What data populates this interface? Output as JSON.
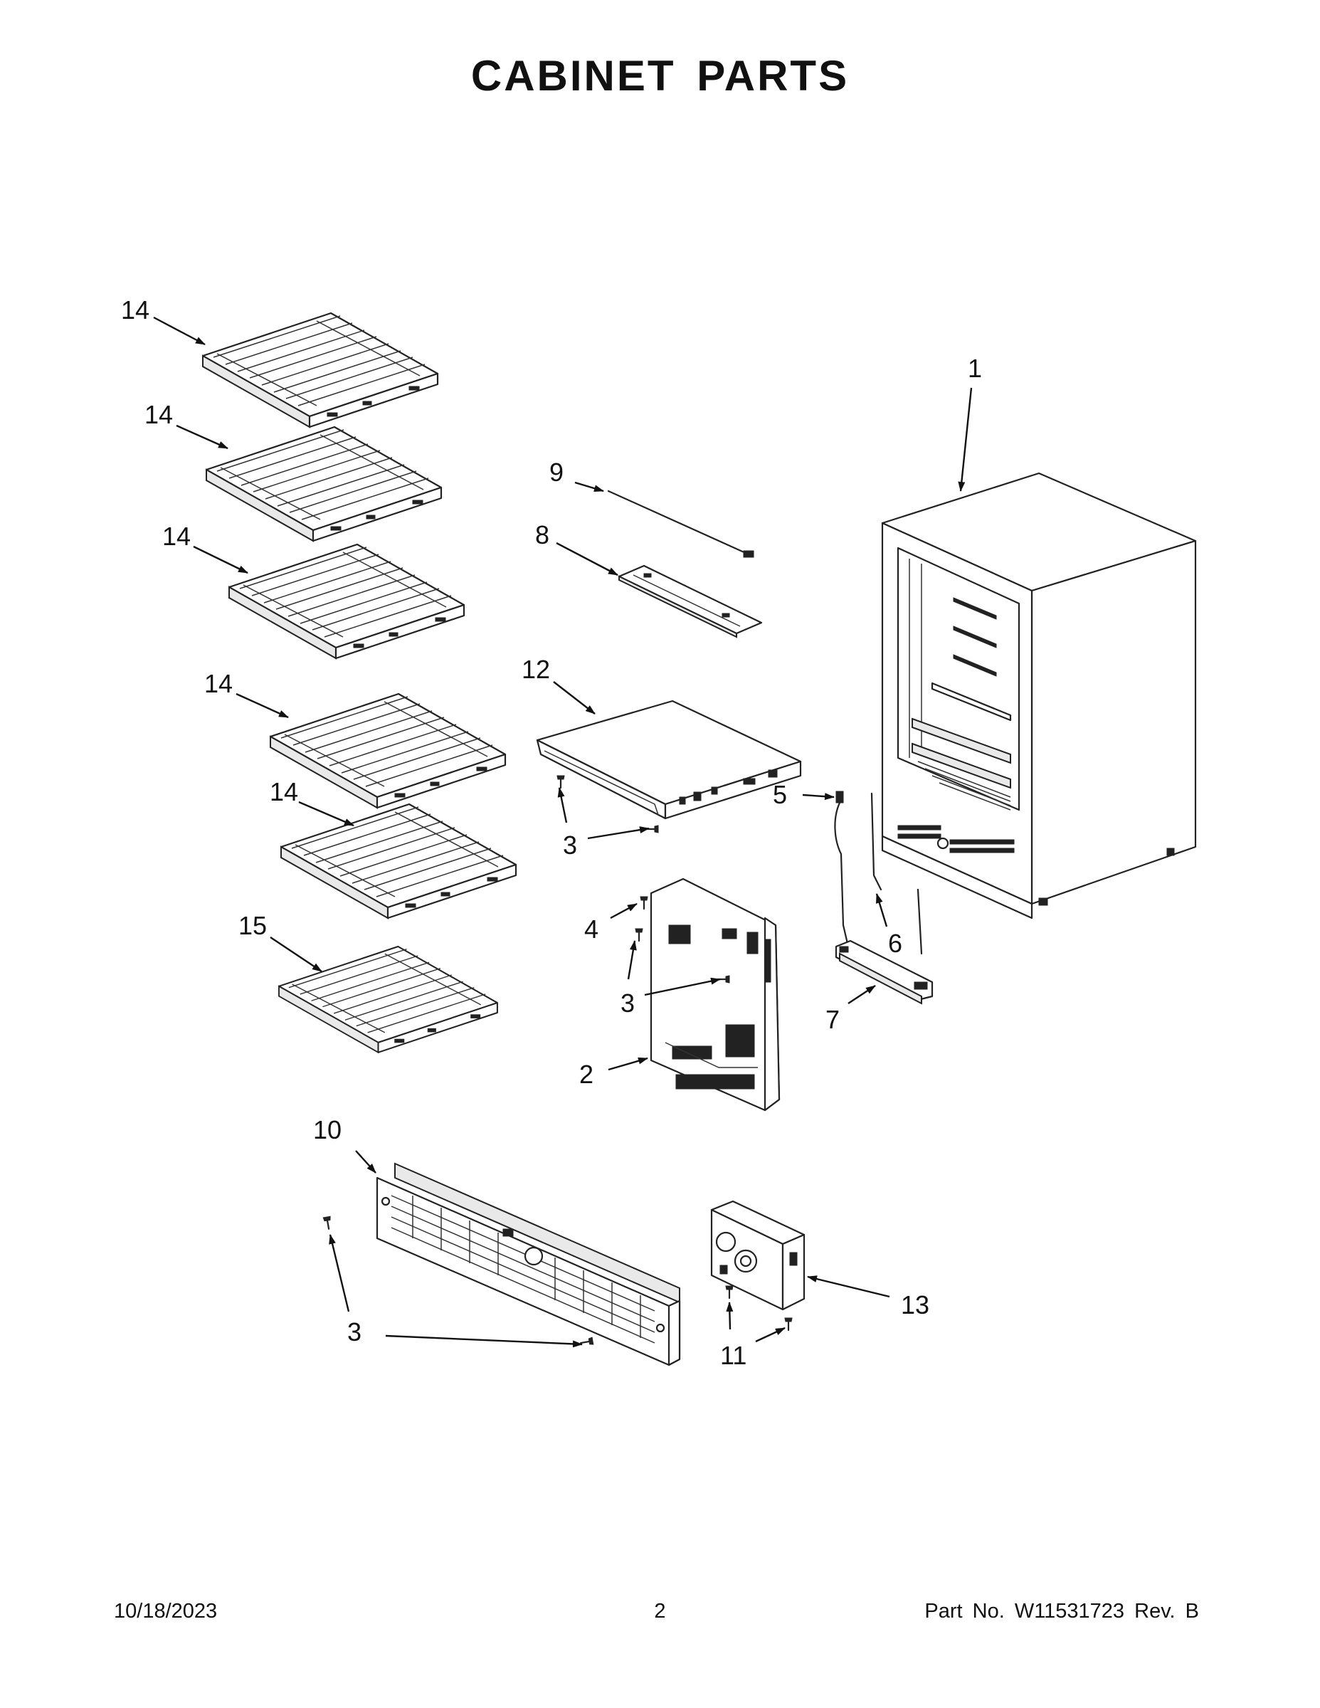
{
  "page": {
    "title": "CABINET PARTS"
  },
  "callouts": [
    {
      "id": "c14a",
      "label": "14"
    },
    {
      "id": "c14b",
      "label": "14"
    },
    {
      "id": "c14c",
      "label": "14"
    },
    {
      "id": "c14d",
      "label": "14"
    },
    {
      "id": "c14e",
      "label": "14"
    },
    {
      "id": "c15",
      "label": "15"
    },
    {
      "id": "c1",
      "label": "1"
    },
    {
      "id": "c9",
      "label": "9"
    },
    {
      "id": "c8",
      "label": "8"
    },
    {
      "id": "c12",
      "label": "12"
    },
    {
      "id": "c3a",
      "label": "3"
    },
    {
      "id": "c5",
      "label": "5"
    },
    {
      "id": "c6",
      "label": "6"
    },
    {
      "id": "c7",
      "label": "7"
    },
    {
      "id": "c4",
      "label": "4"
    },
    {
      "id": "c3b",
      "label": "3"
    },
    {
      "id": "c2",
      "label": "2"
    },
    {
      "id": "c10",
      "label": "10"
    },
    {
      "id": "c3c",
      "label": "3"
    },
    {
      "id": "c13",
      "label": "13"
    },
    {
      "id": "c11",
      "label": "11"
    }
  ],
  "footer": {
    "date": "10/18/2023",
    "page_number": "2",
    "part_number": "Part No.  W11531723  Rev.  B"
  }
}
